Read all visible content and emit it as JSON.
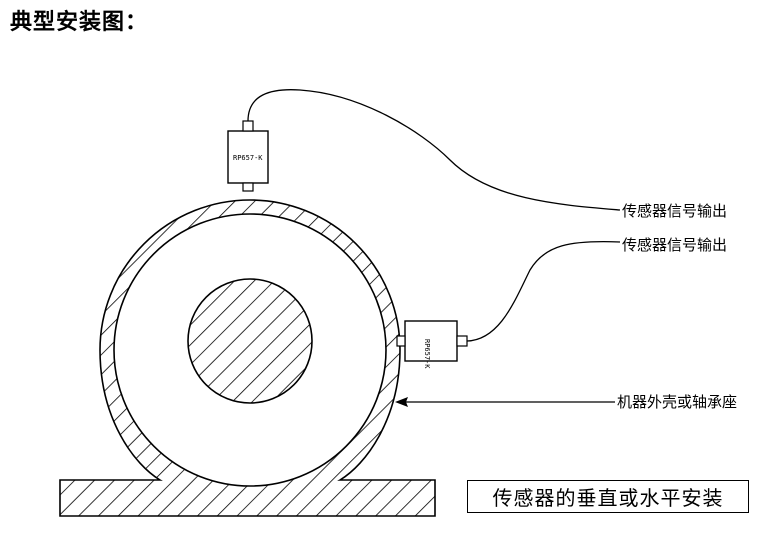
{
  "title": "典型安装图：",
  "labels": {
    "sensor_output_top": "传感器信号输出",
    "sensor_output_side": "传感器信号输出",
    "housing": "机器外壳或轴承座"
  },
  "sensors": {
    "top_model": "RP657-K",
    "side_model": "RP657-K"
  },
  "caption": "传感器的垂直或水平安装"
}
